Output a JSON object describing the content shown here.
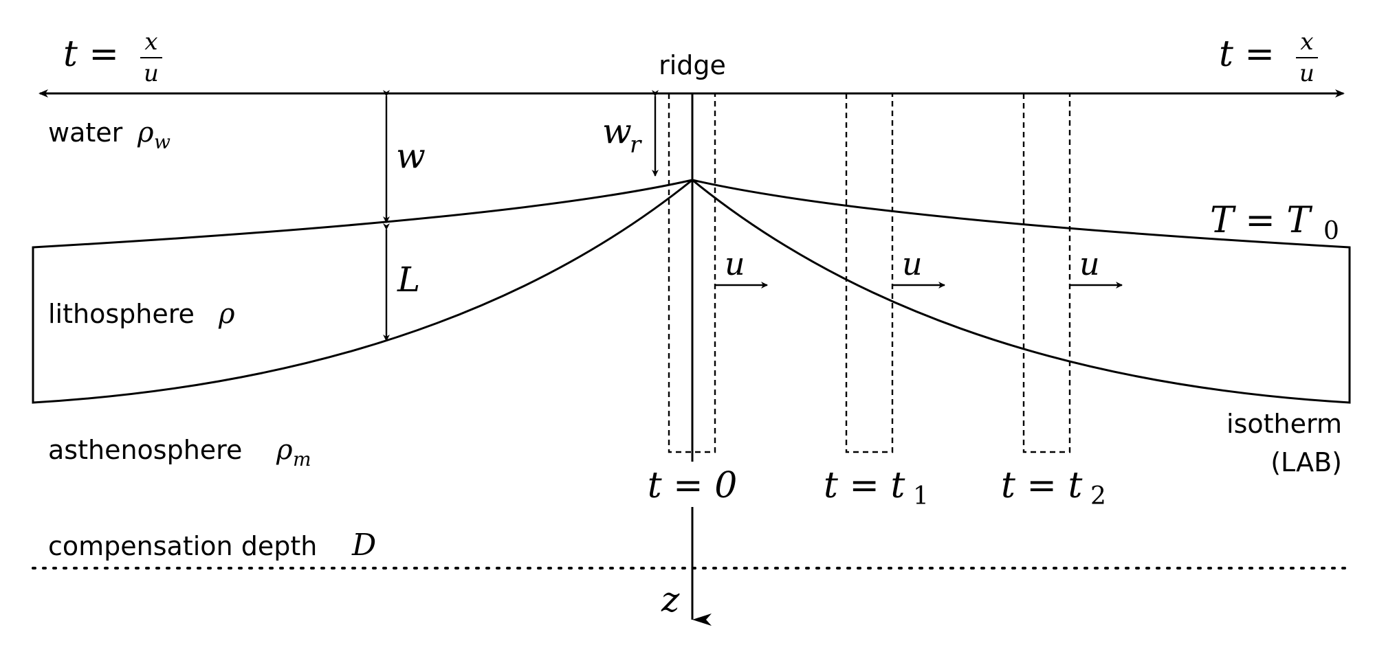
{
  "labels": {
    "ridge": "ridge",
    "water": "water",
    "water_sym": "ρ",
    "water_sub": "w",
    "lithosphere": "lithosphere",
    "lithosphere_sym": "ρ",
    "asthenosphere": "asthenosphere",
    "asthenosphere_sym": "ρ",
    "asthenosphere_sub": "m",
    "compensation": "compensation depth",
    "compensation_sym": "D",
    "isotherm": "isotherm",
    "lab": "(LAB)",
    "w": "w",
    "wr": "w",
    "wr_sub": "r",
    "L": "L",
    "u": "u",
    "z": "z",
    "T_eq": "T = T",
    "T_sub": "0",
    "t_eq": "t =",
    "t0": "t = 0",
    "t1": "t = t",
    "t1_sub": "1",
    "t2": "t = t",
    "t2_sub": "2",
    "frac_num": "x",
    "frac_den": "u"
  },
  "colors": {
    "lithosphere_fill": "#cccccc",
    "ink": "#000000"
  }
}
